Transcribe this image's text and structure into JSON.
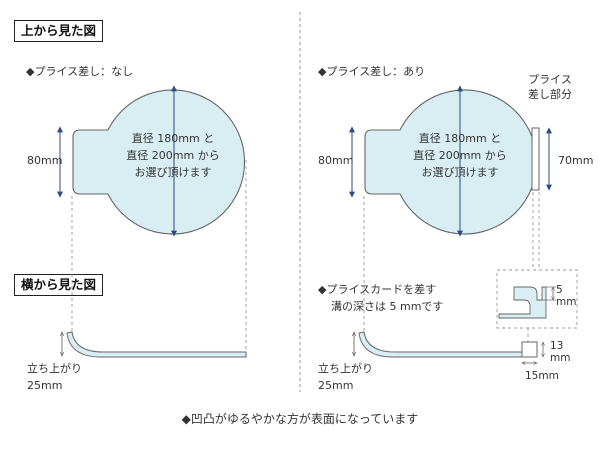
{
  "titles": {
    "top_view": "上から見た図",
    "side_view": "横から見た図"
  },
  "left": {
    "heading": "◆プライス差し：なし",
    "disc_text": [
      "直径 180mm と",
      "直径 200mm から",
      "お選び頂けます"
    ],
    "tab_height": "80mm",
    "rise_label": [
      "立ち上がり",
      "25mm"
    ]
  },
  "right": {
    "heading": "◆プライス差し：あり",
    "disc_text": [
      "直径 180mm と",
      "直径 200mm から",
      "お選び頂けます"
    ],
    "tab_height": "80mm",
    "price_slot_label": [
      "プライス",
      "差し部分"
    ],
    "price_slot_height": "70mm",
    "card_note": [
      "◆プライスカードを差す",
      "溝の深さは 5 mmです"
    ],
    "groove_depth": "5",
    "groove_unit": "mm",
    "rise_label": [
      "立ち上がり",
      "25mm"
    ],
    "slot_height_value": "13",
    "slot_height_unit": "mm",
    "slot_width": "15mm"
  },
  "footer_note": "◆凹凸がゆるやかな方が表面になっています",
  "colors": {
    "disc_fill": "#d9eef3",
    "outline": "#666666",
    "arrow": "#2c4a86",
    "dashed": "#999999"
  }
}
